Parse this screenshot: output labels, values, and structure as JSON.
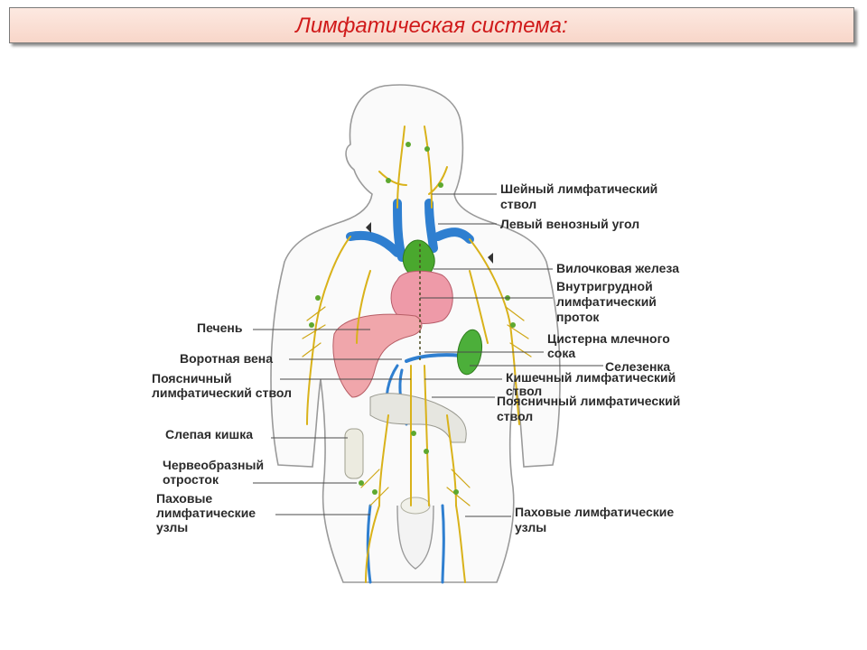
{
  "title": "Лимфатическая система:",
  "labels": {
    "sheiny_1": "Шейный лимфатический",
    "sheiny_2": "ствол",
    "levy_venozny": "Левый венозный угол",
    "vilochkovaya": "Вилочковая железа",
    "vnutrigrudnoy_1": "Внутригрудной",
    "vnutrigrudnoy_2": "лимфатический",
    "vnutrigrudnoy_3": "проток",
    "cisterna_1": "Цистерна млечного",
    "cisterna_2": "сока",
    "selezenka": "Селезенка",
    "kishechny_1": "Кишечный лимфатический",
    "kishechny_2": "ствол",
    "poyasnichny_r_1": "Поясничный лимфатический",
    "poyasnichny_r_2": "ствол",
    "pahovye_r_1": "Паховые лимфатические",
    "pahovye_r_2": "узлы",
    "pechen": "Печень",
    "vorotnaya": "Воротная вена",
    "poyasnichny_l_1": "Поясничный",
    "poyasnichny_l_2": "лимфатический ствол",
    "slepaya": "Слепая кишка",
    "cherveobrazny_1": "Червеобразный",
    "cherveobrazny_2": "отросток",
    "pahovye_l_1": "Паховые",
    "pahovye_l_2": "лимфатические",
    "pahovye_l_3": "узлы"
  },
  "colors": {
    "title": "#d01a1a",
    "lymph_vessels": "#d9b21a",
    "veins": "#2f7fd0",
    "thymus": "#4aa82e",
    "heart": "#e87d8d",
    "liver": "#e58a93",
    "spleen": "#4caf3a",
    "lymph_nodes": "#5ea82f"
  }
}
